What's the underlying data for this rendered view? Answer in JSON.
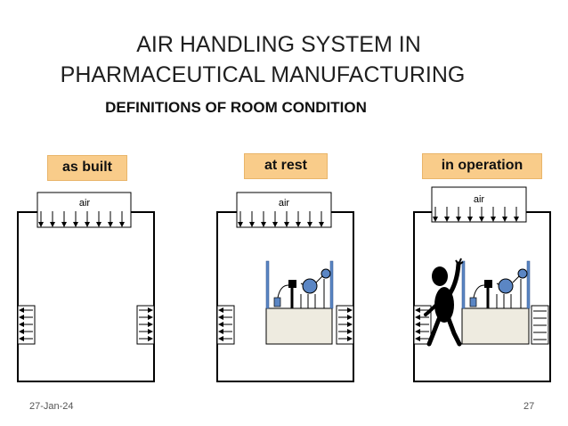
{
  "slide": {
    "title_line1": "AIR HANDLING SYSTEM IN",
    "title_line2": "PHARMACEUTICAL MANUFACTURING",
    "subtitle": "DEFINITIONS OF ROOM CONDITION",
    "date": "27-Jan-24",
    "page_number": "27"
  },
  "rooms": [
    {
      "label": "as built",
      "air_label": "air",
      "equipment": false,
      "operator": false
    },
    {
      "label": "at rest",
      "air_label": "air",
      "equipment": true,
      "operator": false
    },
    {
      "label": "in operation",
      "air_label": "air",
      "equipment": true,
      "operator": true
    }
  ],
  "colors": {
    "label_fill": "#f9cc8a",
    "equipment_fill": "#eeebe0",
    "equipment_blue": "#5b86c4",
    "operator": "#000000"
  }
}
